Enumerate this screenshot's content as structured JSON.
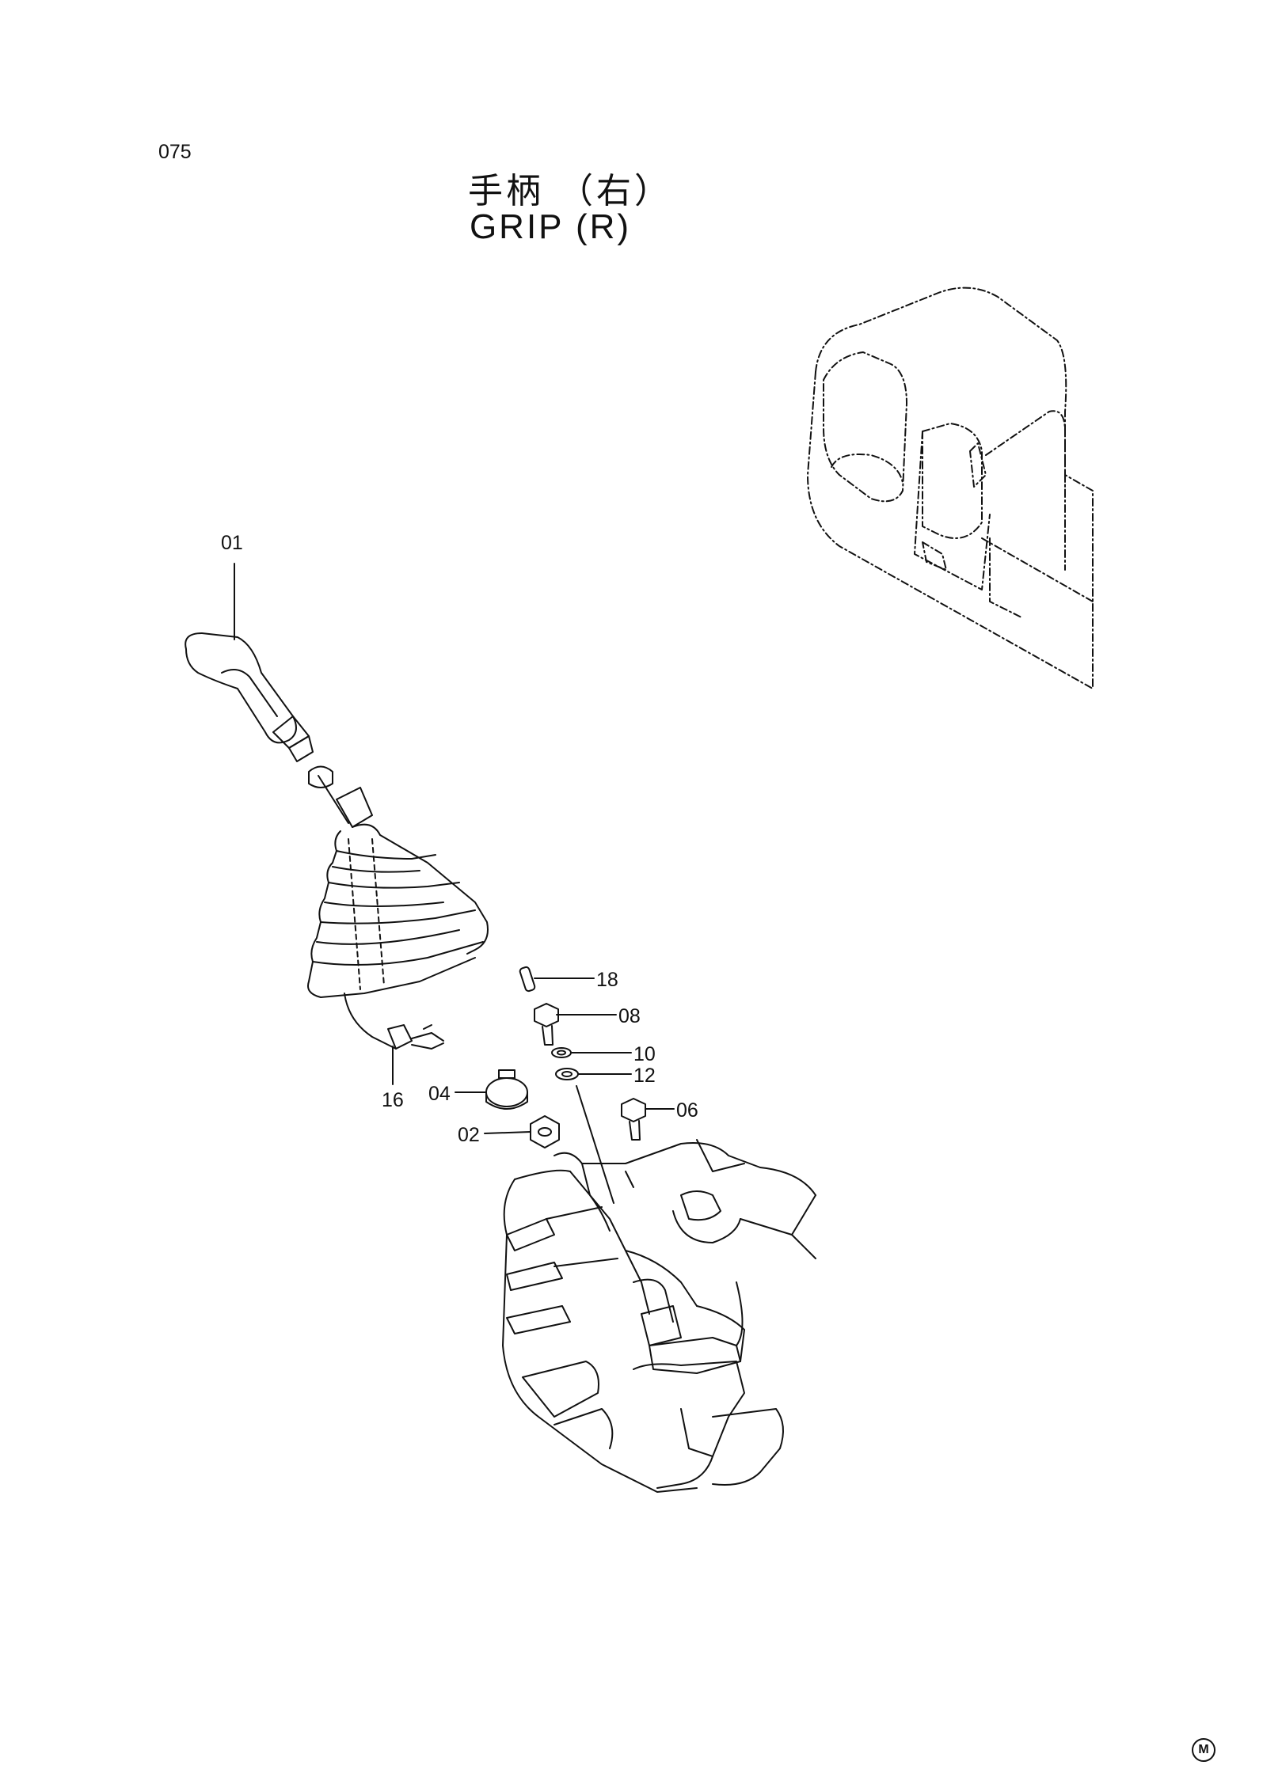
{
  "page": {
    "number": "075",
    "title_jp": "手柄 （右）",
    "title_en": "GRIP (R)",
    "mark": "M"
  },
  "callouts": [
    {
      "id": "01",
      "label": "01"
    },
    {
      "id": "02",
      "label": "02"
    },
    {
      "id": "04",
      "label": "04"
    },
    {
      "id": "06",
      "label": "06"
    },
    {
      "id": "08",
      "label": "08"
    },
    {
      "id": "10",
      "label": "10"
    },
    {
      "id": "12",
      "label": "12"
    },
    {
      "id": "16",
      "label": "16"
    },
    {
      "id": "18",
      "label": "18"
    }
  ]
}
